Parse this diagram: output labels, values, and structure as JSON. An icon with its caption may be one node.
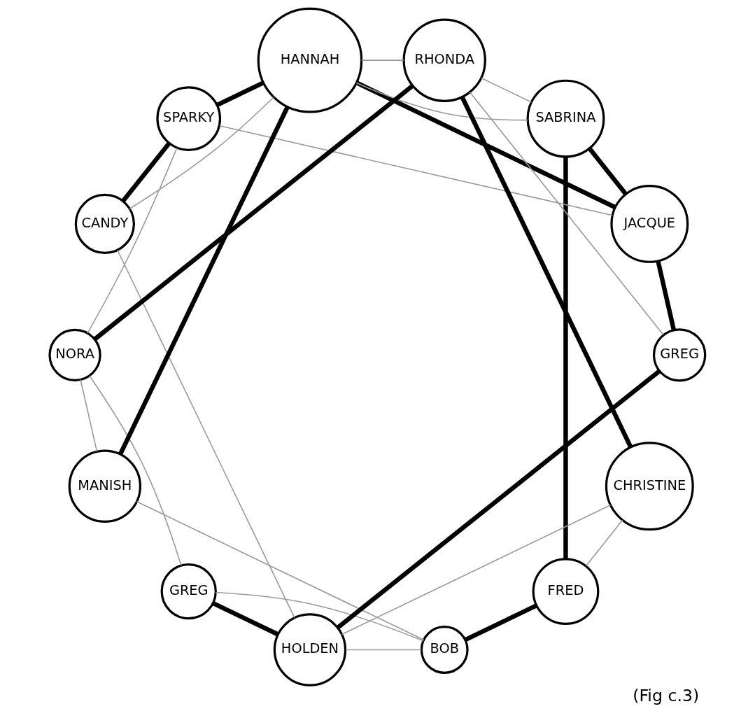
{
  "diagram": {
    "caption": "(Fig c.3)",
    "nodes": [
      {
        "text": [
          "CANDY"
        ]
      },
      {
        "text": [
          "FRED"
        ]
      },
      {
        "text": [
          "GREG"
        ]
      },
      {
        "text": [
          "JACQUE"
        ]
      },
      {
        "text": [
          "HANNAH"
        ]
      },
      {
        "text": [
          "RHONDA"
        ]
      },
      {
        "text": [
          "MANISH"
        ]
      },
      {
        "text": [
          "NORA"
        ]
      },
      {
        "text": [
          "HOLDEN"
        ]
      },
      {
        "text": [
          "GREG"
        ]
      },
      {
        "text": [
          "BOB"
        ]
      },
      {
        "text": [
          "CHRISTINE"
        ]
      },
      {
        "text": [
          "SPARKY"
        ]
      },
      {
        "text": [
          "SABRINA"
        ]
      }
    ],
    "edges": [
      {
        "from": 4,
        "to": 3,
        "arrow": "none",
        "style": "thick",
        "color": "#000000"
      },
      {
        "from": 4,
        "to": 6,
        "arrow": "none",
        "style": "thick",
        "color": "#000000"
      },
      {
        "from": 4,
        "to": 12,
        "arrow": "none",
        "style": "thick",
        "color": "#000000"
      },
      {
        "from": 0,
        "to": 12,
        "arrow": "none",
        "style": "thick",
        "color": "#000000"
      },
      {
        "from": 1,
        "to": 13,
        "arrow": "none",
        "style": "thick",
        "color": "#000000"
      },
      {
        "from": 1,
        "to": 10,
        "arrow": "none",
        "style": "thick",
        "color": "#000000"
      },
      {
        "from": 2,
        "to": 8,
        "arrow": "none",
        "style": "thick",
        "color": "#000000"
      },
      {
        "from": 3,
        "to": 13,
        "arrow": "none",
        "style": "thick",
        "color": "#000000"
      },
      {
        "from": 3,
        "to": 9,
        "arrow": "none",
        "style": "thick",
        "color": "#000000"
      },
      {
        "from": 5,
        "to": 7,
        "arrow": "none",
        "style": "thick",
        "color": "#000000"
      },
      {
        "from": 5,
        "to": 11,
        "arrow": "none",
        "style": "thick",
        "color": "#000000"
      },
      {
        "from": 9,
        "to": 8,
        "arrow": "none",
        "style": "thick",
        "color": "#000000"
      },
      {
        "from": 4,
        "to": 0,
        "arrow": "none"
      },
      {
        "from": 4,
        "to": 5,
        "arrow": "none"
      },
      {
        "from": 4,
        "to": 13,
        "arrow": "none"
      },
      {
        "from": 0,
        "to": 8,
        "arrow": "none"
      },
      {
        "from": 1,
        "to": 11,
        "arrow": "none"
      },
      {
        "from": 2,
        "to": 10,
        "arrow": "none"
      },
      {
        "from": 2,
        "to": 7,
        "arrow": "none"
      },
      {
        "from": 3,
        "to": 12,
        "arrow": "none"
      },
      {
        "from": 5,
        "to": 9,
        "arrow": "none"
      },
      {
        "from": 5,
        "to": 13,
        "arrow": "none"
      },
      {
        "from": 6,
        "to": 7,
        "arrow": "none"
      },
      {
        "from": 6,
        "to": 10,
        "arrow": "none"
      },
      {
        "from": 7,
        "to": 12,
        "arrow": "none"
      },
      {
        "from": 8,
        "to": 11,
        "arrow": "none"
      },
      {
        "from": 8,
        "to": 10,
        "arrow": "none"
      }
    ]
  }
}
